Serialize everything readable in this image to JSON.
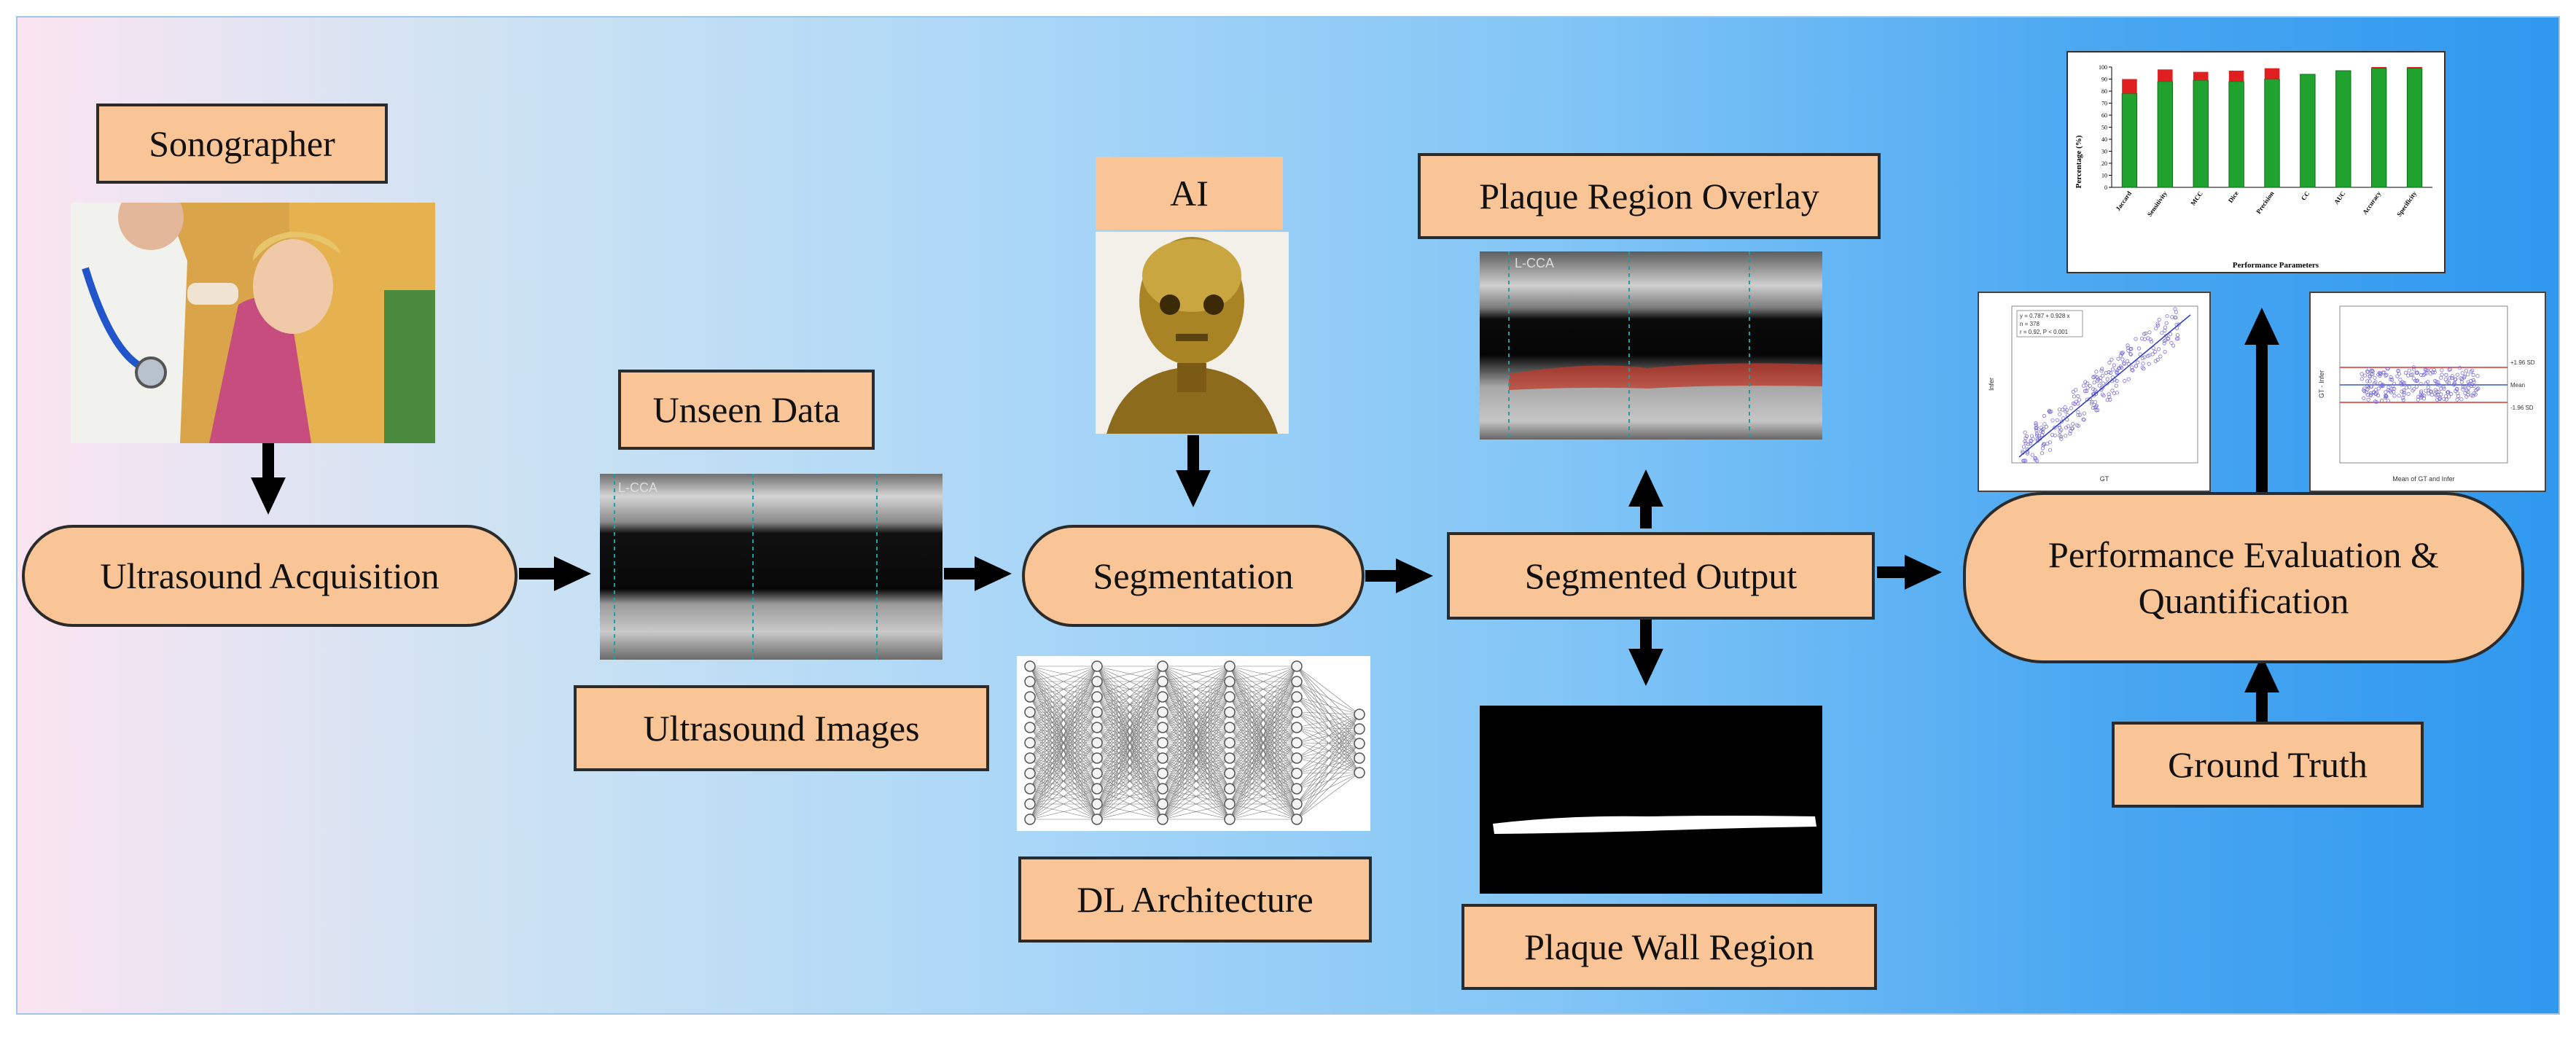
{
  "labels": {
    "sonographer": "Sonographer",
    "ultrasound_acquisition": "Ultrasound Acquisition",
    "unseen_data": "Unseen Data",
    "ultrasound_images": "Ultrasound Images",
    "ai": "AI",
    "segmentation": "Segmentation",
    "dl_architecture": "DL Architecture",
    "plaque_region_overlay": "Plaque Region Overlay",
    "segmented_output": "Segmented Output",
    "plaque_wall_region": "Plaque Wall Region",
    "performance_line1": "Performance Evaluation &",
    "performance_line2": "Quantification",
    "ground_truth": "Ground Truth"
  },
  "bar_chart": {
    "ylabel": "Percentage (%)",
    "xlabel": "Performance Parameters",
    "ticks": [
      "0",
      "10",
      "20",
      "30",
      "40",
      "50",
      "60",
      "70",
      "80",
      "90",
      "100"
    ],
    "categories": [
      "Jaccard",
      "Sensitivity",
      "MCC",
      "Dice",
      "Precision",
      "CC",
      "AUC",
      "Accuracy",
      "Specificity"
    ],
    "green": [
      78,
      88,
      89,
      88,
      90,
      94,
      97,
      99,
      99
    ],
    "red": [
      12,
      10,
      7,
      9,
      9,
      0,
      0,
      1,
      1
    ],
    "colors": {
      "green": "#1fa22e",
      "red": "#e02020"
    }
  },
  "scatter_plot": {
    "legend": [
      "y = 0.787 + 0.928 x",
      "n = 378",
      "r = 0.92, P < 0.001"
    ],
    "xlabel": "GT",
    "ylabel": "Infer"
  },
  "bland_altman": {
    "xlabel": "Mean of GT and Infer",
    "ylabel": "GT - Infer",
    "right_labels": [
      "+1.96 SD",
      "Mean",
      "-1.96 SD"
    ]
  }
}
